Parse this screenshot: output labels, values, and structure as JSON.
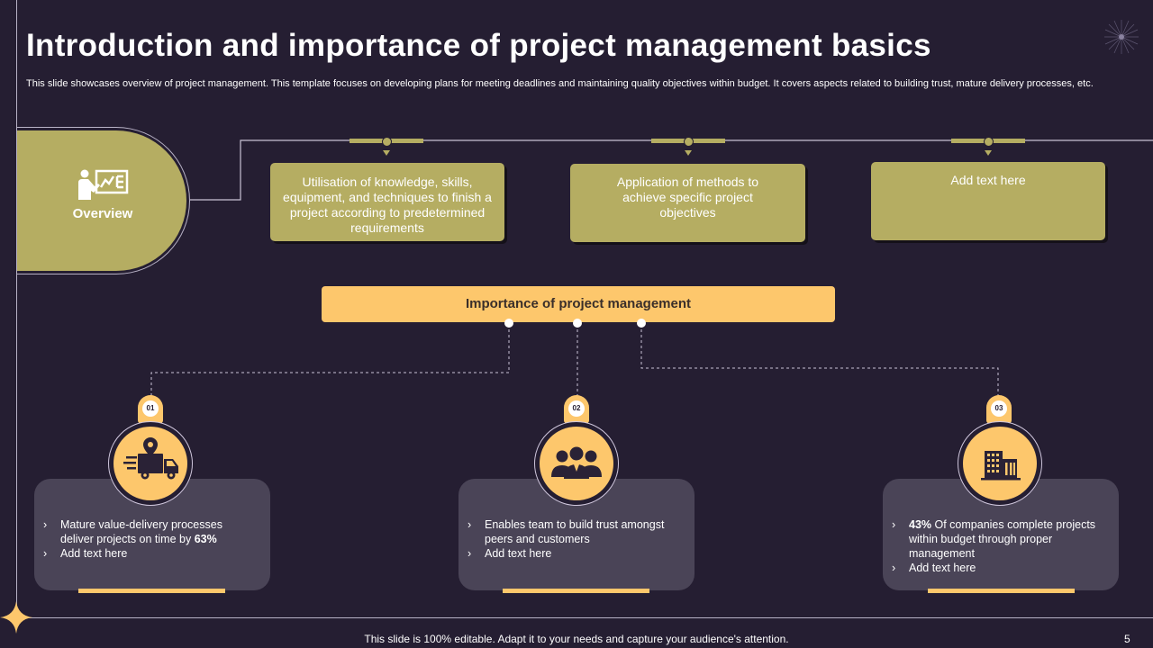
{
  "title": "Introduction and importance of project management basics",
  "subtitle": "This slide showcases overview of project management. This template focuses on developing plans for meeting deadlines and maintaining quality objectives within budget. It covers aspects related to building trust, mature delivery processes, etc.",
  "overview": {
    "label": "Overview",
    "icon": "presenter-board-icon",
    "boxes": [
      {
        "text": "Utilisation of knowledge, skills, equipment, and techniques to finish a project according to predetermined requirements"
      },
      {
        "text": "Application of methods to achieve specific project objectives"
      },
      {
        "text": "Add text here"
      }
    ]
  },
  "importance": {
    "label": "Importance of project management",
    "items": [
      {
        "number": "01",
        "icon": "delivery-truck-icon",
        "bullets": [
          {
            "pre": "Mature value-delivery processes deliver projects on time by ",
            "bold": "63%",
            "post": ""
          },
          {
            "pre": "Add text here",
            "bold": "",
            "post": ""
          }
        ]
      },
      {
        "number": "02",
        "icon": "team-people-icon",
        "bullets": [
          {
            "pre": "Enables team to build trust amongst peers and customers",
            "bold": "",
            "post": ""
          },
          {
            "pre": "Add text here",
            "bold": "",
            "post": ""
          }
        ]
      },
      {
        "number": "03",
        "icon": "office-building-icon",
        "bullets": [
          {
            "pre": "",
            "bold": "43%",
            "post": " Of companies complete projects within budget through proper management"
          },
          {
            "pre": "Add text here",
            "bold": "",
            "post": ""
          }
        ]
      }
    ]
  },
  "footer": "This slide is 100% editable. Adapt it to your needs and capture your audience's attention.",
  "page_number": "5",
  "colors": {
    "background": "#251e32",
    "olive": "#b5ad62",
    "amber": "#fdc76c",
    "card": "#4a4457"
  }
}
